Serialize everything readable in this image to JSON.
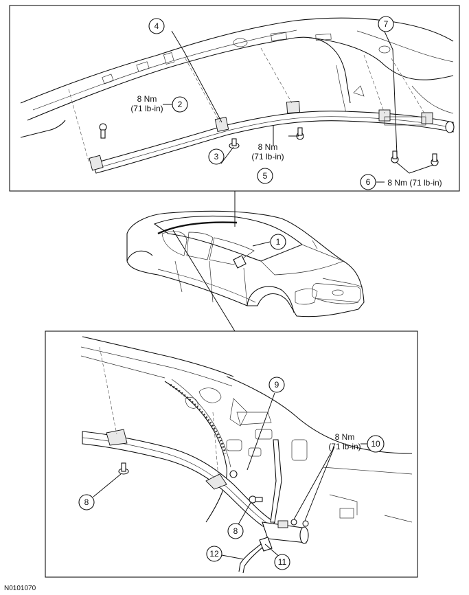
{
  "figure_code": "N0101070",
  "callouts": {
    "c1": "1",
    "c2": "2",
    "c3": "3",
    "c4": "4",
    "c5": "5",
    "c6": "6",
    "c7": "7",
    "c8a": "8",
    "c8b": "8",
    "c9": "9",
    "c10": "10",
    "c11": "11",
    "c12": "12"
  },
  "torque": {
    "t2": {
      "line1": "8 Nm",
      "line2": "(71 lb-in)"
    },
    "t5": {
      "line1": "8 Nm",
      "line2": "(71 lb-in)"
    },
    "t6": {
      "line1": "8 Nm (71 lb-in)"
    },
    "t10": {
      "line1": "8 Nm",
      "line2": "(71 lb-in)"
    }
  }
}
